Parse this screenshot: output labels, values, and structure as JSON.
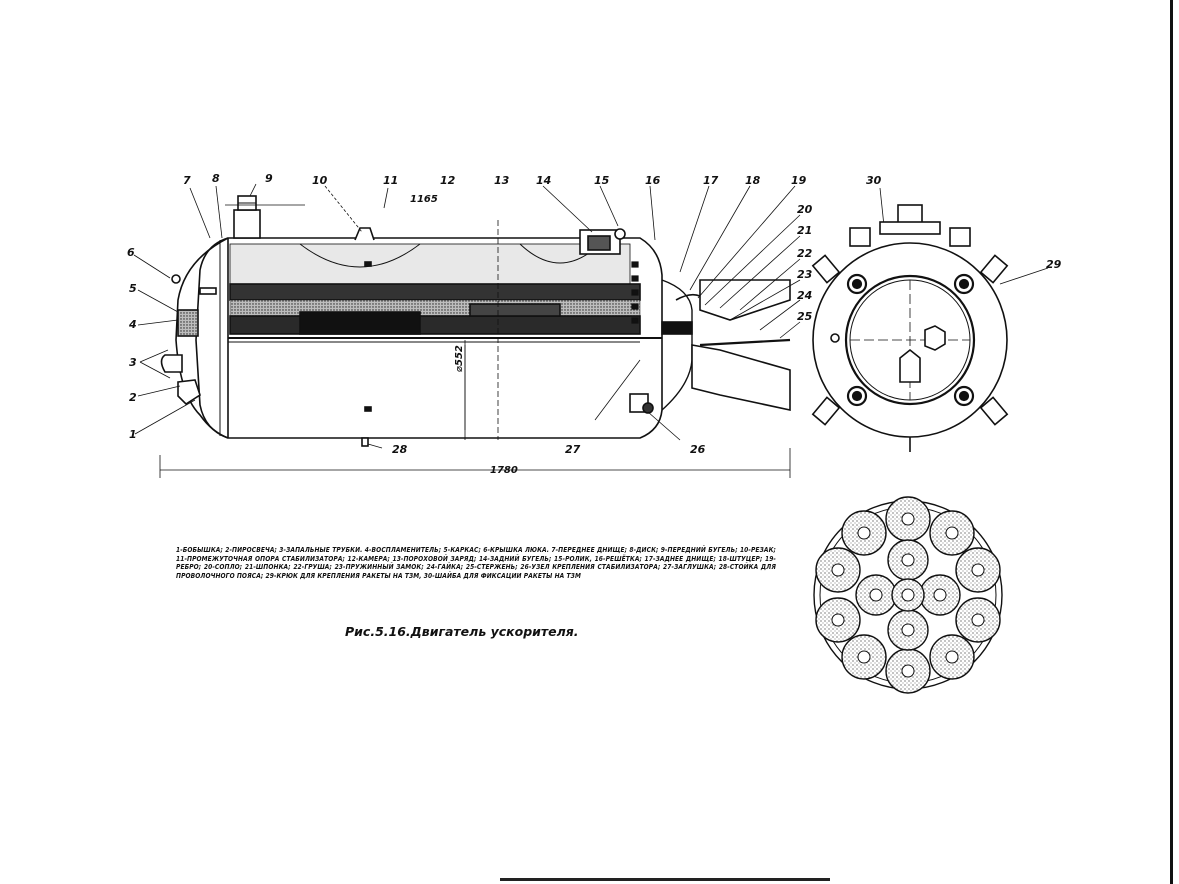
{
  "labels": {
    "n1": "1",
    "n2": "2",
    "n3": "3",
    "n4": "4",
    "n5": "5",
    "n6": "6",
    "n7": "7",
    "n8": "8",
    "n9": "9",
    "n10": "10",
    "n11": "11",
    "n12": "12",
    "n13": "13",
    "n14": "14",
    "n15": "15",
    "n16": "16",
    "n17": "17",
    "n18": "18",
    "n19": "19",
    "n20": "20",
    "n21": "21",
    "n22": "22",
    "n23": "23",
    "n24": "24",
    "n25": "25",
    "n26": "26",
    "n27": "27",
    "n28": "28",
    "n29": "29",
    "n30": "30"
  },
  "dimensions": {
    "length_top": "1165",
    "diameter": "⌀552",
    "length_bottom": "1780"
  },
  "legend_text": "1-БОБЫШКА; 2-ПИРОСВЕЧА; 3-ЗАПАЛЬНЫЕ ТРУБКИ. 4-ВОСПЛАМЕНИТЕЛЬ; 5-КАРКАС; 6-КРЫШКА ЛЮКА. 7-ПЕРЕДНЕЕ ДНИЩЕ; 8-ДИСК; 9-ПЕРЕДНИЙ БУГЕЛЬ; 10-РЕЗАК; 11-ПРОМЕЖУТОЧНАЯ ОПОРА СТАБИЛИЗАТОРА; 12-КАМЕРА; 13-ПОРОХОВОЙ ЗАРЯД; 14-ЗАДНИЙ БУГЕЛЬ; 15-РОЛИК, 16-РЕШЁТКА; 17-ЗАДНЕЕ ДНИЩЕ; 18-ШТУЦЕР; 19-РЕБРО; 20-СОПЛО; 21-ШПОНКА; 22-ГРУША; 23-ПРУЖИННЫЙ ЗАМОК; 24-ГАЙКА; 25-СТЕРЖЕНЬ; 26-УЗЕЛ КРЕПЛЕНИЯ СТАБИЛИЗАТОРА; 27-ЗАГЛУШКА; 28-СТОЙКА ДЛЯ ПРОВОЛОЧНОГО ПОЯСА; 29-КРЮК ДЛЯ КРЕПЛЕНИЯ РАКЕТЫ НА ТЗМ, 30-ШАЙБА ДЛЯ ФИКСАЦИИ РАКЕТЫ НА ТЗМ",
  "caption": "Рис.5.16.Двигатель ускорителя."
}
